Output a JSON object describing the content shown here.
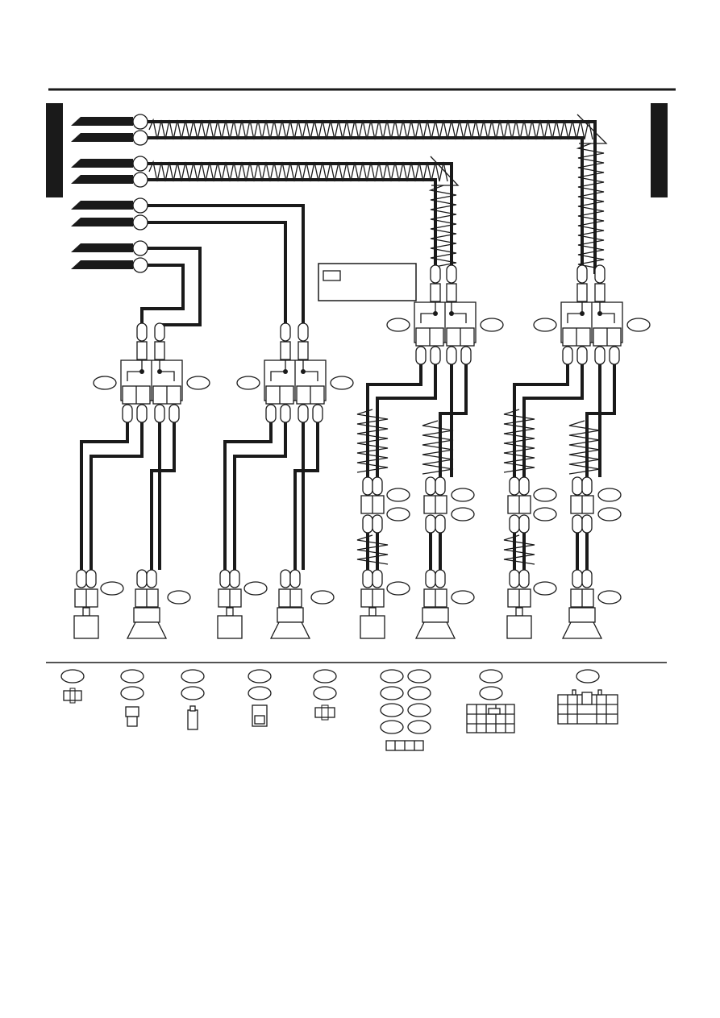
{
  "page": {
    "header_rule": true,
    "side_tabs": [
      "left-black-tab",
      "right-black-tab"
    ]
  },
  "legend_box": {
    "label": ""
  },
  "wire_inputs": [
    {
      "id": "in-1",
      "shielded": true
    },
    {
      "id": "in-2",
      "shielded": true
    },
    {
      "id": "in-3",
      "shielded": true
    },
    {
      "id": "in-4",
      "shielded": true
    },
    {
      "id": "in-5",
      "shielded": false
    },
    {
      "id": "in-6",
      "shielded": false
    },
    {
      "id": "in-7",
      "shielded": false
    },
    {
      "id": "in-8",
      "shielded": false
    }
  ],
  "channels": [
    {
      "id": "channel-1",
      "type": "unshielded"
    },
    {
      "id": "channel-2",
      "type": "unshielded"
    },
    {
      "id": "channel-3",
      "type": "shielded"
    },
    {
      "id": "channel-4",
      "type": "shielded"
    }
  ],
  "components": [
    "tweeter",
    "speaker"
  ],
  "connector_legend_count": 8,
  "colors": {
    "ink": "#1a1a1a",
    "paper": "#ffffff"
  }
}
